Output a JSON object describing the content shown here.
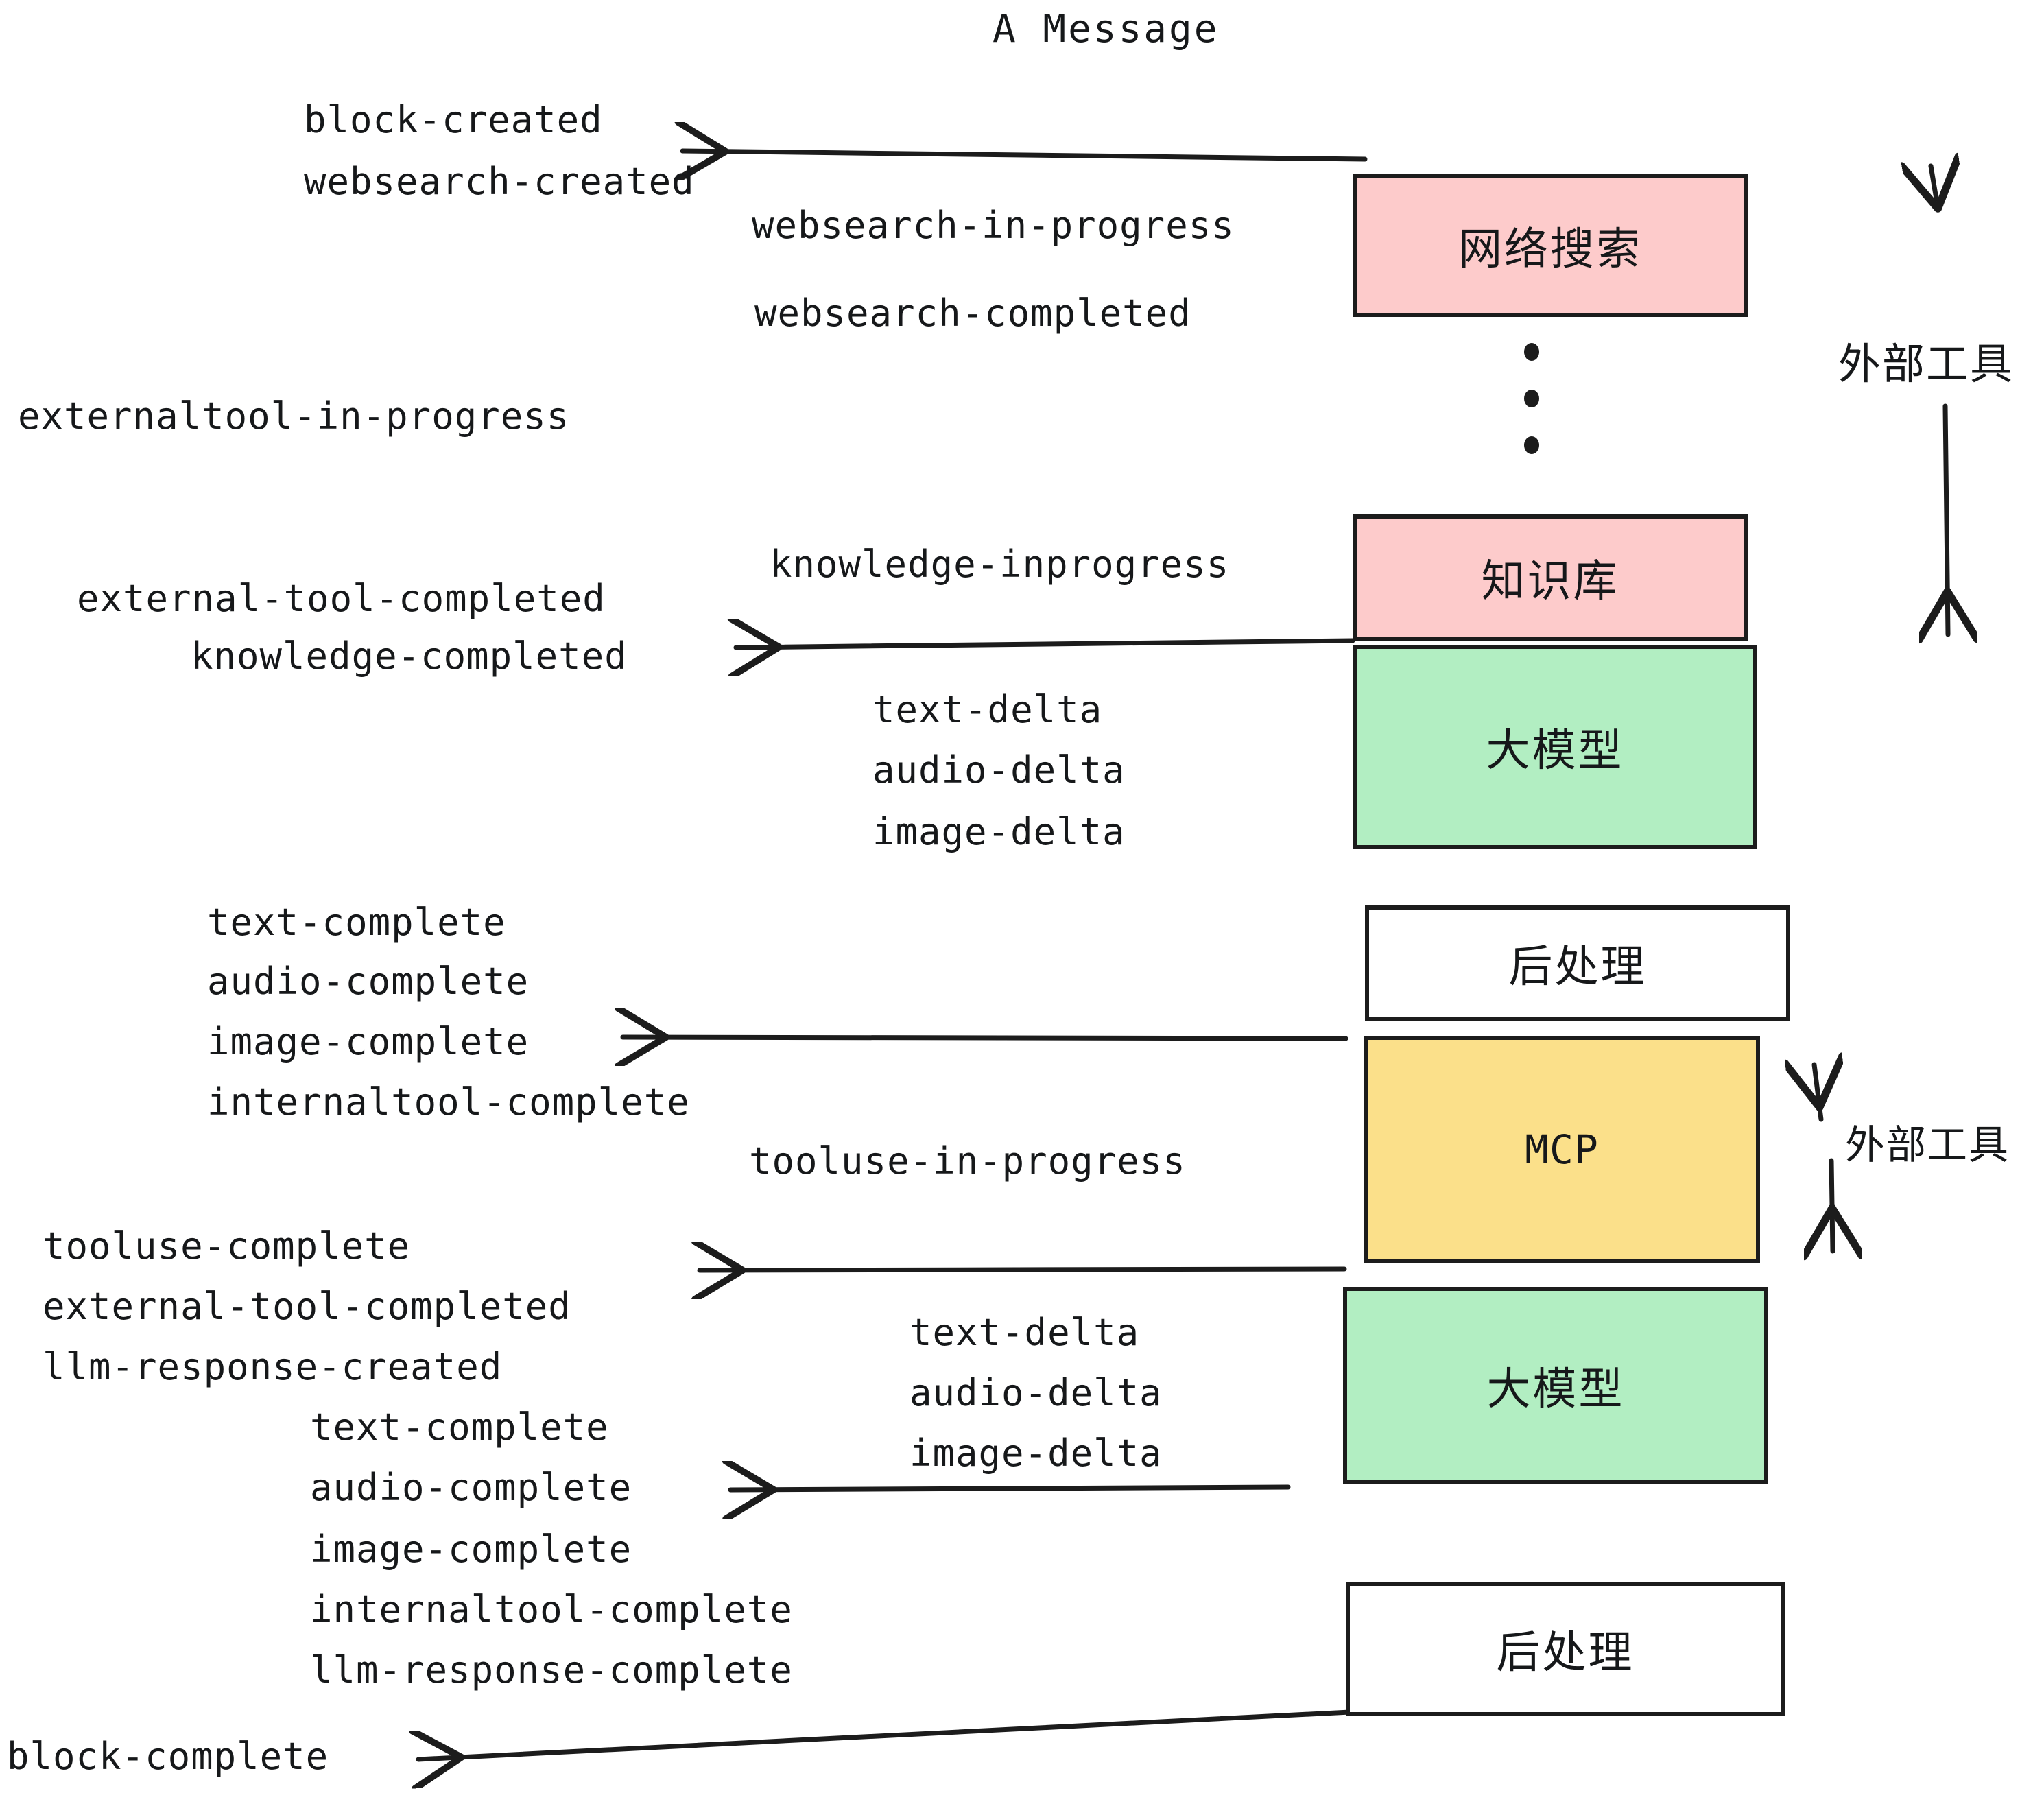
{
  "title": "A Message",
  "colors": {
    "pink": "#fdcbcb",
    "green": "#b2eec2",
    "yellow": "#fbe08a",
    "white": "#ffffff",
    "stroke": "#1c1c1c",
    "text": "#16181a",
    "background": "#ffffff"
  },
  "boxes": [
    {
      "id": "websearch",
      "label": "网络搜索",
      "fill": "#fdcbcb"
    },
    {
      "id": "knowledge",
      "label": "知识库",
      "fill": "#fdcbcb"
    },
    {
      "id": "llm-top",
      "label": "大模型",
      "fill": "#b2eec2"
    },
    {
      "id": "postprocess-top",
      "label": "后处理",
      "fill": "#ffffff"
    },
    {
      "id": "mcp",
      "label": "MCP",
      "fill": "#fbe08a"
    },
    {
      "id": "llm-bottom",
      "label": "大模型",
      "fill": "#b2eec2"
    },
    {
      "id": "postprocess-bottom",
      "label": "后处理",
      "fill": "#ffffff"
    }
  ],
  "side_labels": [
    {
      "id": "external-tools-top",
      "label": "外部工具"
    },
    {
      "id": "external-tools-bottom",
      "label": "外部工具"
    }
  ],
  "events": {
    "block_created": "block-created",
    "websearch_created": "websearch-created",
    "websearch_in_progress": "websearch-in-progress",
    "websearch_completed": "websearch-completed",
    "externaltool_in_progress": "externaltool-in-progress",
    "knowledge_inprogress": "knowledge-inprogress",
    "external_tool_completed_1": "external-tool-completed",
    "knowledge_completed": "knowledge-completed",
    "text_delta_1": "text-delta",
    "audio_delta_1": "audio-delta",
    "image_delta_1": "image-delta",
    "text_complete_1": "text-complete",
    "audio_complete_1": "audio-complete",
    "image_complete_1": "image-complete",
    "internaltool_complete_1": "internaltool-complete",
    "tooluse_in_progress": "tooluse-in-progress",
    "tooluse_complete": "tooluse-complete",
    "external_tool_completed_2": "external-tool-completed",
    "llm_response_created": "llm-response-created",
    "text_delta_2": "text-delta",
    "audio_delta_2": "audio-delta",
    "image_delta_2": "image-delta",
    "text_complete_2": "text-complete",
    "audio_complete_2": "audio-complete",
    "image_complete_2": "image-complete",
    "internaltool_complete_2": "internaltool-complete",
    "llm_response_complete": "llm-response-complete",
    "block_complete": "block-complete"
  }
}
